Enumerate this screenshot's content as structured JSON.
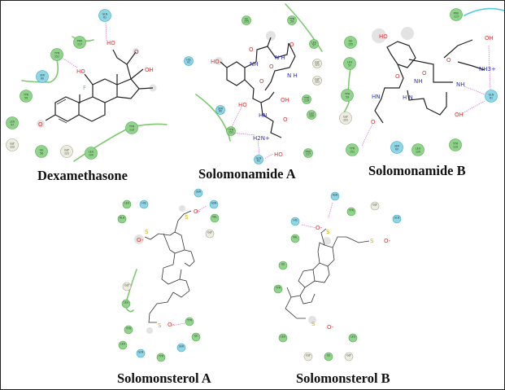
{
  "figure": {
    "panels": [
      {
        "id": "dexamethasone",
        "title": "Dexamethasone",
        "atom_labels": [
          "HO",
          "OH",
          "HO",
          "F",
          "O",
          "O"
        ],
        "residues": [
          {
            "name": "GLN",
            "num": "61",
            "type": "polar"
          },
          {
            "name": "PRO",
            "num": "117",
            "type": "hydrophobic"
          },
          {
            "name": "TYR",
            "num": "151",
            "type": "hydrophobic"
          },
          {
            "name": "SER",
            "num": "60",
            "type": "polar"
          },
          {
            "name": "TYR",
            "num": "59",
            "type": "hydrophobic"
          },
          {
            "name": "LEU",
            "num": "57",
            "type": "hydrophobic"
          },
          {
            "name": "GLY",
            "num": "122",
            "type": "glycine"
          },
          {
            "name": "ILE",
            "num": "58",
            "type": "hydrophobic"
          },
          {
            "name": "GLY",
            "num": "121",
            "type": "glycine"
          },
          {
            "name": "LEU",
            "num": "120",
            "type": "hydrophobic"
          },
          {
            "name": "TYR",
            "num": "119",
            "type": "hydrophobic"
          }
        ]
      },
      {
        "id": "solomonamide-a",
        "title": "Solomonamide A",
        "atom_labels": [
          "HO",
          "NH",
          "N H",
          "N H",
          "HO",
          "OH",
          "HN",
          "H2N+",
          "HO",
          "O",
          "O",
          "O",
          "O",
          "O"
        ],
        "residues": [
          {
            "name": "ILE",
            "num": "155",
            "type": "hydrophobic"
          },
          {
            "name": "TYR",
            "num": "59",
            "type": "hydrophobic"
          },
          {
            "name": "LEU",
            "num": "57",
            "type": "hydrophobic"
          },
          {
            "name": "HIS",
            "num": "91",
            "type": "polar"
          },
          {
            "name": "GLY",
            "num": "122",
            "type": "glycine"
          },
          {
            "name": "GLY",
            "num": "121",
            "type": "glycine"
          },
          {
            "name": "TYR",
            "num": "119",
            "type": "hydrophobic"
          },
          {
            "name": "LEU",
            "num": "120",
            "type": "hydrophobic"
          },
          {
            "name": "SER",
            "num": "60",
            "type": "polar"
          },
          {
            "name": "TYR",
            "num": "151",
            "type": "hydrophobic"
          },
          {
            "name": "GLN",
            "num": "61",
            "type": "polar"
          },
          {
            "name": "PRO",
            "num": "117",
            "type": "hydrophobic"
          }
        ]
      },
      {
        "id": "solomonamide-b",
        "title": "Solomonamide B",
        "atom_labels": [
          "HO",
          "OH",
          "NH",
          "NH3+",
          "NH",
          "HN",
          "H N",
          "OH",
          "O",
          "O",
          "O",
          "O"
        ],
        "residues": [
          {
            "name": "PRO",
            "num": "117",
            "type": "hydrophobic"
          },
          {
            "name": "ILE",
            "num": "155",
            "type": "hydrophobic"
          },
          {
            "name": "LEU",
            "num": "57",
            "type": "hydrophobic"
          },
          {
            "name": "TYR",
            "num": "59",
            "type": "hydrophobic"
          },
          {
            "name": "GLY",
            "num": "121",
            "type": "glycine"
          },
          {
            "name": "GLN",
            "num": "61",
            "type": "polar"
          },
          {
            "name": "TYR",
            "num": "151",
            "type": "hydrophobic"
          },
          {
            "name": "SER",
            "num": "60",
            "type": "polar"
          },
          {
            "name": "LEU",
            "num": "120",
            "type": "hydrophobic"
          },
          {
            "name": "TYR",
            "num": "119",
            "type": "hydrophobic"
          }
        ]
      },
      {
        "id": "solomonsterol-a",
        "title": "Solomonsterol A",
        "atom_labels": [
          "S",
          "S",
          "S",
          "O-",
          "O-",
          "O-"
        ],
        "residues": [
          {
            "name": "LEU",
            "num": "",
            "type": "hydrophobic"
          },
          {
            "name": "HIS",
            "num": "",
            "type": "polar"
          },
          {
            "name": "ALA",
            "num": "",
            "type": "hydrophobic"
          },
          {
            "name": "SER",
            "num": "",
            "type": "polar"
          },
          {
            "name": "ASN",
            "num": "",
            "type": "polar"
          },
          {
            "name": "VAL",
            "num": "",
            "type": "hydrophobic"
          },
          {
            "name": "GLY",
            "num": "",
            "type": "glycine"
          },
          {
            "name": "GLY",
            "num": "",
            "type": "glycine"
          },
          {
            "name": "LEU",
            "num": "",
            "type": "hydrophobic"
          },
          {
            "name": "TYR",
            "num": "",
            "type": "hydrophobic"
          },
          {
            "name": "TYR",
            "num": "",
            "type": "hydrophobic"
          },
          {
            "name": "ILE",
            "num": "",
            "type": "hydrophobic"
          },
          {
            "name": "LEU",
            "num": "",
            "type": "hydrophobic"
          },
          {
            "name": "GLN",
            "num": "",
            "type": "polar"
          },
          {
            "name": "SER",
            "num": "",
            "type": "polar"
          },
          {
            "name": "TYR",
            "num": "",
            "type": "hydrophobic"
          }
        ]
      },
      {
        "id": "solomonsterol-b",
        "title": "Solomonsterol B",
        "atom_labels": [
          "S",
          "S",
          "S",
          "O-",
          "O-",
          "O-"
        ],
        "residues": [
          {
            "name": "ASN",
            "num": "",
            "type": "polar"
          },
          {
            "name": "GLY",
            "num": "",
            "type": "glycine"
          },
          {
            "name": "TYR",
            "num": "",
            "type": "hydrophobic"
          },
          {
            "name": "GLN",
            "num": "",
            "type": "polar"
          },
          {
            "name": "HIS",
            "num": "",
            "type": "polar"
          },
          {
            "name": "VAL",
            "num": "",
            "type": "hydrophobic"
          },
          {
            "name": "ILE",
            "num": "",
            "type": "hydrophobic"
          },
          {
            "name": "TYR",
            "num": "",
            "type": "hydrophobic"
          },
          {
            "name": "LEU",
            "num": "",
            "type": "hydrophobic"
          },
          {
            "name": "LEU",
            "num": "",
            "type": "hydrophobic"
          },
          {
            "name": "GLY",
            "num": "",
            "type": "glycine"
          },
          {
            "name": "ILE",
            "num": "",
            "type": "hydrophobic"
          },
          {
            "name": "GLY",
            "num": "",
            "type": "glycine"
          }
        ]
      }
    ],
    "colors": {
      "hydrophobic": "#8fd48a",
      "hydrophobic_stroke": "#4fa64a",
      "polar": "#8fd7e6",
      "polar_stroke": "#3aa7c2",
      "glycine": "#ecece0",
      "glycine_stroke": "#a8a890",
      "oxygen": "#e03030",
      "nitrogen": "#3030c0",
      "fluorine": "#70c070",
      "sulfur": "#c8b400",
      "hbond": "#d070d0",
      "pocket_green": "#7cc96e",
      "pocket_cyan": "#5ac9de"
    }
  }
}
